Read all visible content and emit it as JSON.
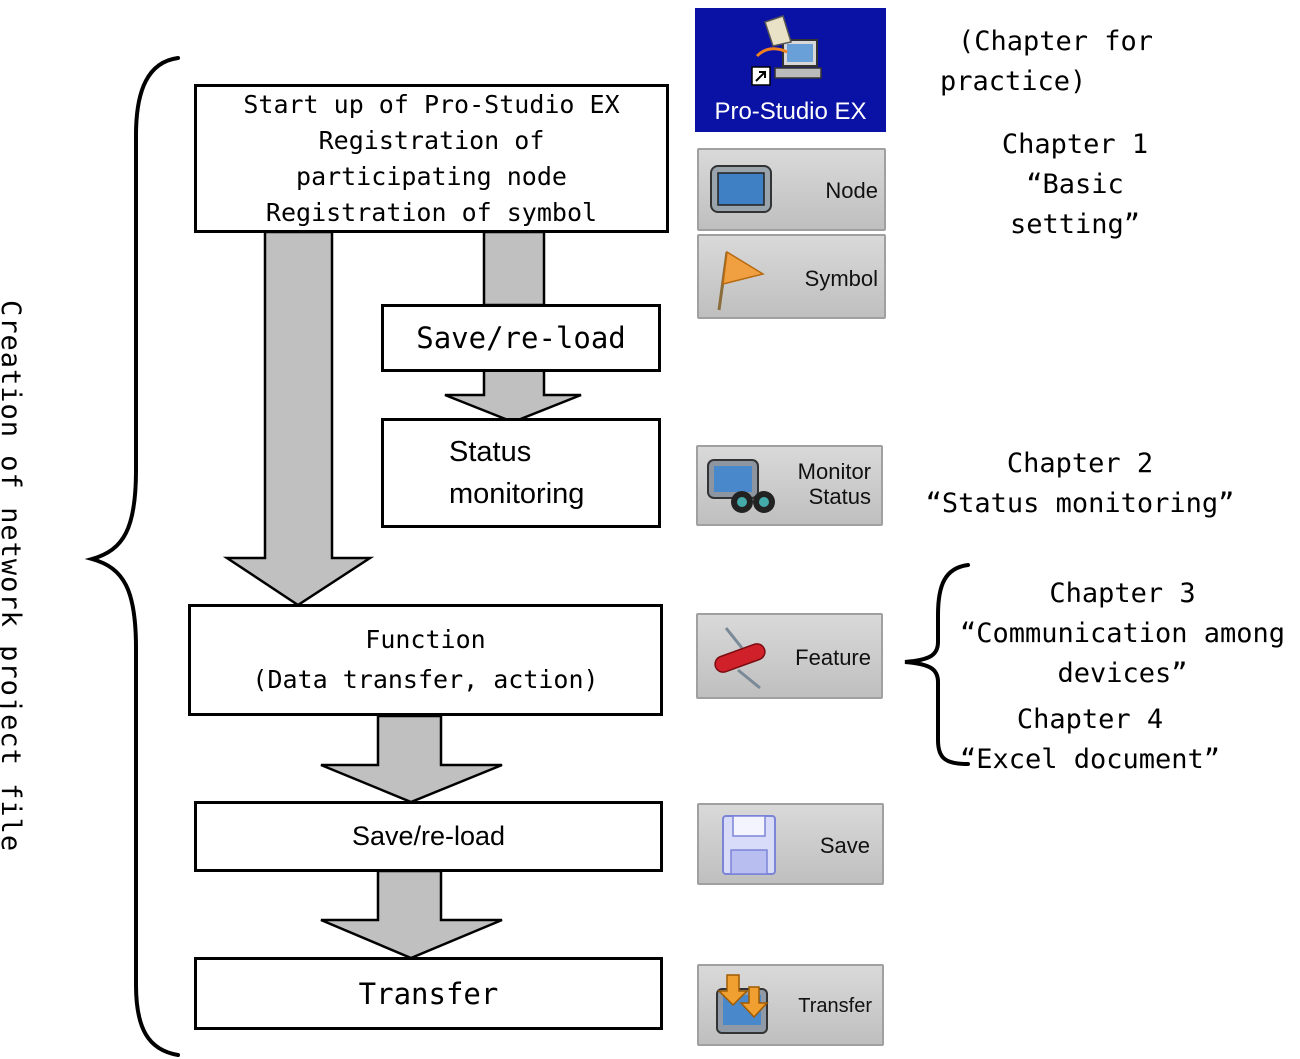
{
  "flow": {
    "start_box": {
      "lines": [
        "Start up of Pro-Studio EX",
        "Registration of",
        "participating node",
        "Registration of symbol"
      ]
    },
    "save_reload_1": "Save/re-load",
    "status_box": {
      "lines": [
        "Status",
        "monitoring"
      ]
    },
    "function_box": {
      "lines": [
        "Function",
        "(Data transfer, action)"
      ]
    },
    "save_reload_2": "Save/re-load",
    "transfer_box": "Transfer"
  },
  "side_label": "Creation of network project file",
  "icons": {
    "pro_studio": "Pro-Studio EX",
    "node": "Node",
    "symbol": "Symbol",
    "monitor_status": [
      "Monitor",
      "Status"
    ],
    "feature": "Feature",
    "save": "Save",
    "transfer": "Transfer"
  },
  "notes": {
    "practice": [
      "(Chapter for",
      "practice)"
    ],
    "chapter1": [
      "Chapter 1",
      "“Basic",
      "setting”"
    ],
    "chapter2": [
      "Chapter 2",
      "“Status monitoring”"
    ],
    "chapter3": [
      "Chapter 3",
      "“Communication among",
      "devices”"
    ],
    "chapter4": [
      "Chapter 4",
      "“Excel document”"
    ]
  },
  "colors": {
    "arrow_fill": "#c0c0c0",
    "pro_studio_bg": "#0a12a6",
    "icon_bg": "#cccccc"
  },
  "icon_names": {
    "pro_studio": "pc-network-shortcut-icon",
    "node": "display-panel-icon",
    "symbol": "flag-icon",
    "monitor_status": "binoculars-monitor-icon",
    "feature": "swiss-knife-icon",
    "save": "floppy-disk-icon",
    "transfer": "transfer-download-icon"
  }
}
